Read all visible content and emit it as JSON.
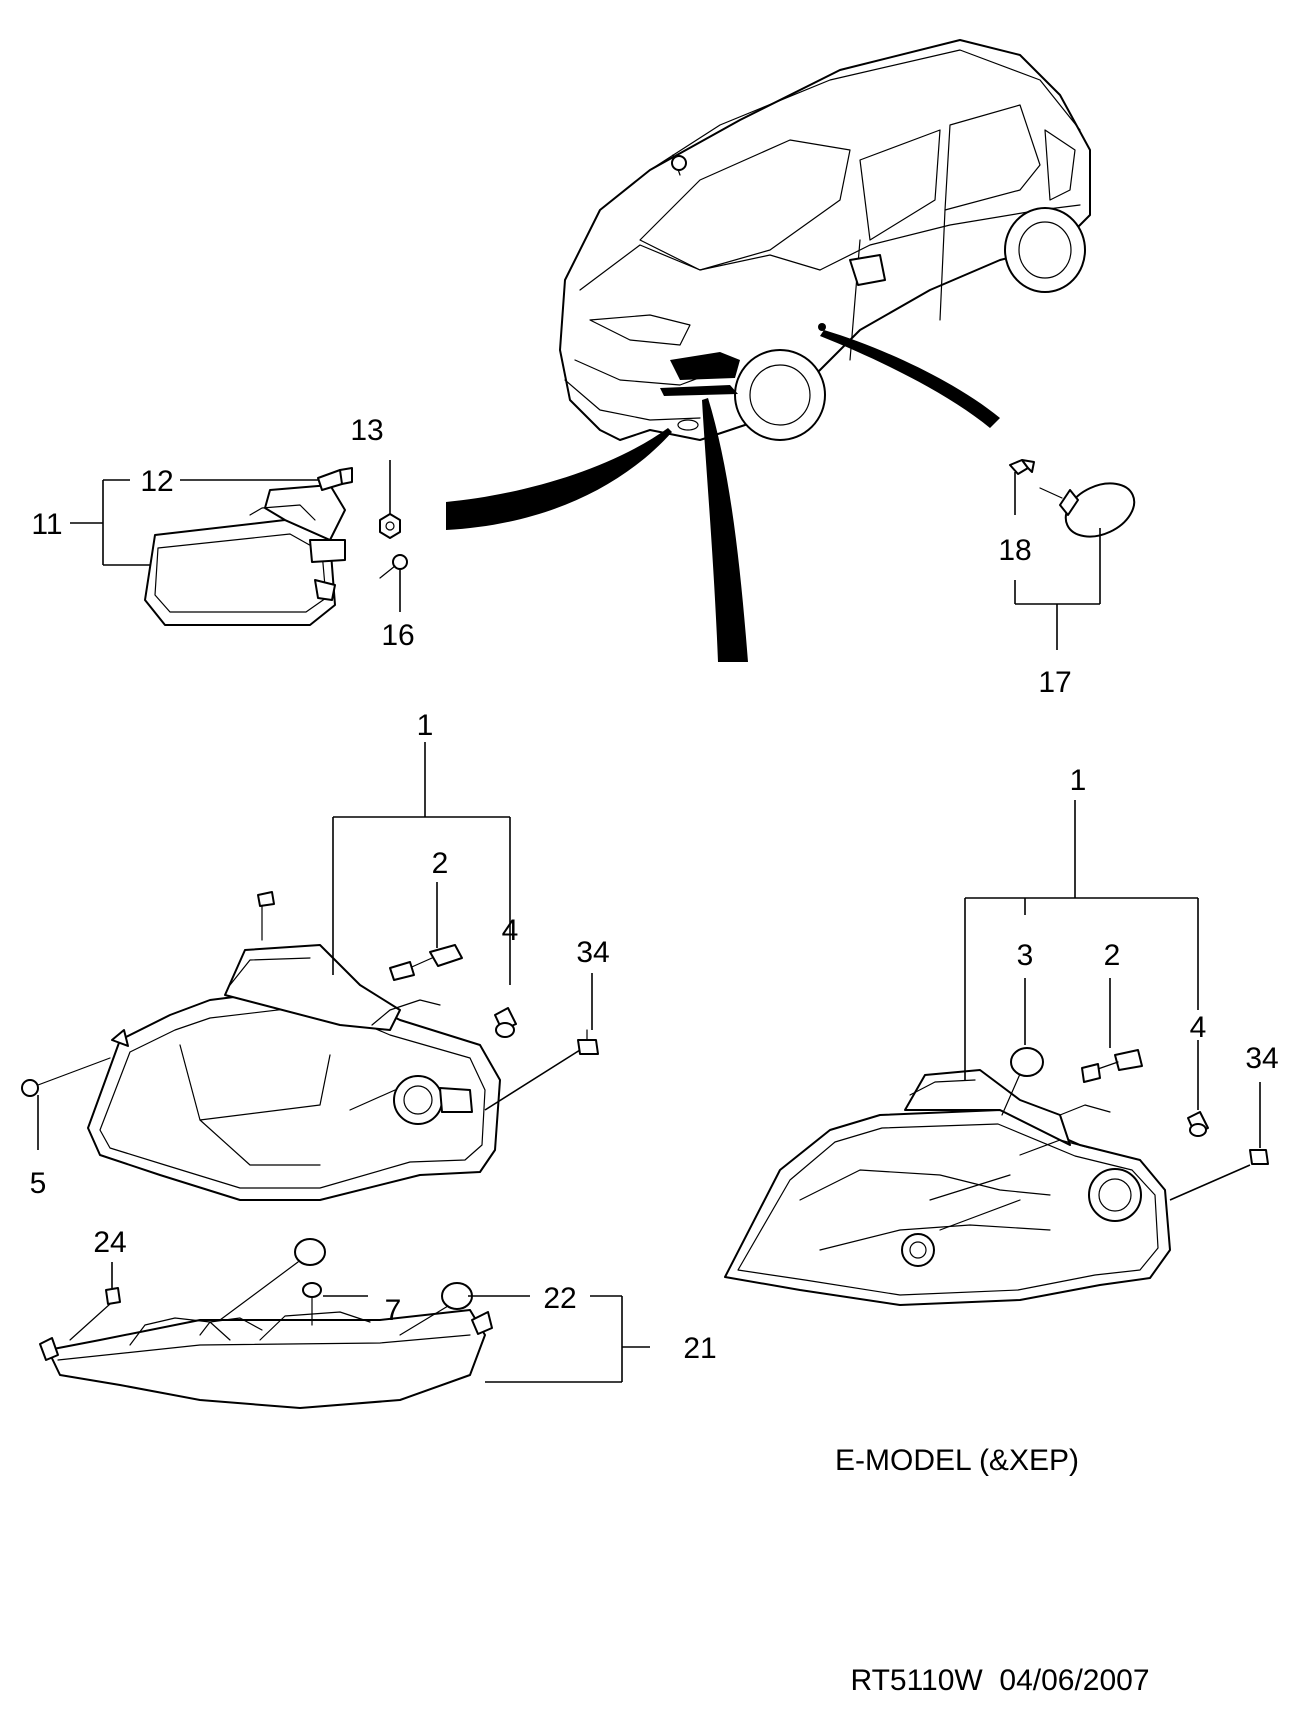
{
  "callouts": {
    "c1_left": "1",
    "c2_left": "2",
    "c4_left": "4",
    "c34_left": "34",
    "c5": "5",
    "c24": "24",
    "c7": "7",
    "c22": "22",
    "c21": "21",
    "c1_right": "1",
    "c3_right": "3",
    "c2_right": "2",
    "c4_right": "4",
    "c34_right": "34",
    "c11": "11",
    "c12": "12",
    "c13": "13",
    "c16": "16",
    "c17": "17",
    "c18": "18"
  },
  "captions": {
    "model_note": "E-MODEL (&XEP)",
    "drawing_ref": "RT5110W  04/06/2007"
  }
}
